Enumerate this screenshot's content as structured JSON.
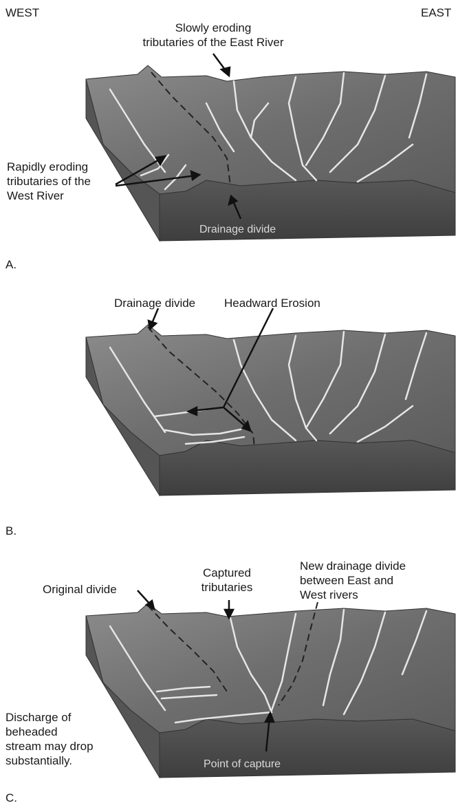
{
  "compass": {
    "west": "WEST",
    "east": "EAST"
  },
  "panel_a": {
    "letter": "A.",
    "slowly_eroding": "Slowly eroding\ntributaries of the East River",
    "rapidly_eroding": "Rapidly eroding\ntributaries of the\nWest River",
    "drainage_divide": "Drainage divide"
  },
  "panel_b": {
    "letter": "B.",
    "drainage_divide": "Drainage divide",
    "headward_erosion": "Headward Erosion"
  },
  "panel_c": {
    "letter": "C.",
    "original_divide": "Original divide",
    "captured_tributaries": "Captured\ntributaries",
    "new_divide": "New drainage divide\nbetween East and\nWest rivers",
    "discharge": "Discharge of\nbeheaded\nstream may drop\nsubstantially.",
    "point_of_capture": "Point of capture"
  },
  "colors": {
    "terrain_top": "#7d7d7d",
    "terrain_side": "#4a4a4a",
    "stream": "#e8e8e8",
    "divide": "#222222"
  }
}
